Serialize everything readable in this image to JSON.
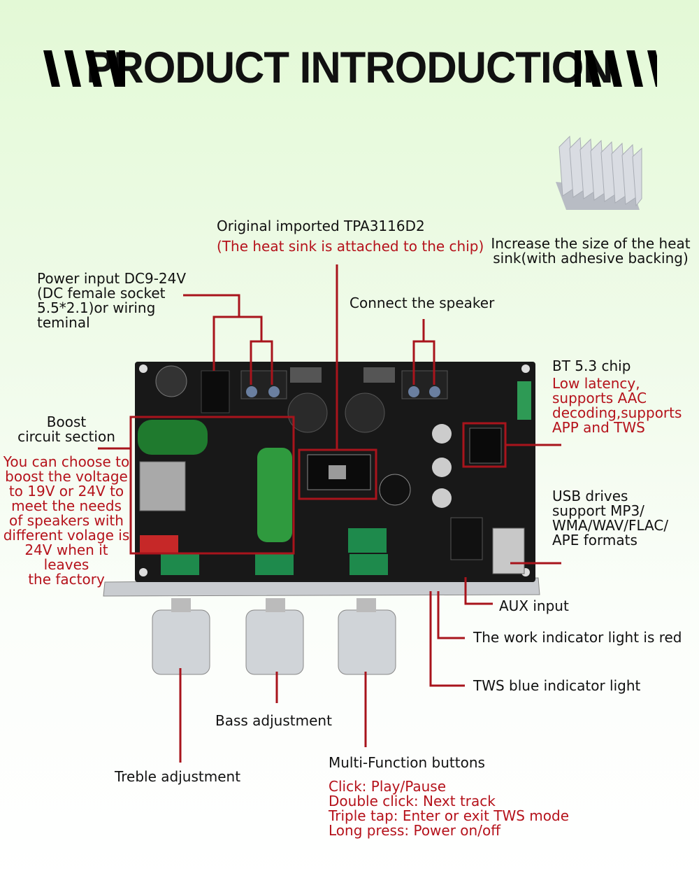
{
  "title": "PRODUCT INTRODUCTION",
  "colors": {
    "accent_red": "#b5121b",
    "board": "#1a1a1a",
    "background_top": "#e3f9d6"
  },
  "labels": {
    "chip_title": "Original imported TPA3116D2",
    "chip_note": "(The heat sink is attached to the chip)",
    "heatsink": "Increase the size of the heat\nsink(with adhesive backing)",
    "power": "Power input DC9-24V\n(DC female socket\n5.5*2.1)or wiring\nteminal",
    "speaker": "Connect the speaker",
    "bt_title": "BT 5.3 chip",
    "bt_note": "Low latency,\nsupports AAC\ndecoding,supports\nAPP and TWS",
    "boost_title": "Boost\ncircuit section",
    "boost_note": "You can choose to\nboost the voltage\nto 19V or 24V to\nmeet the needs\nof speakers with\ndifferent volage is\n24V when it leaves\nthe factory",
    "usb": "USB drives\nsupport MP3/\nWMA/WAV/FLAC/\nAPE formats",
    "aux": "AUX  input",
    "work_light": "The work indicator light is red",
    "tws_light": "TWS  blue indicator light",
    "bass": "Bass adjustment",
    "treble": "Treble adjustment",
    "multi_title": "Multi-Function buttons",
    "multi_note": "Click:  Play/Pause\nDouble click:  Next track\nTriple tap:  Enter or exit TWS mode\nLong press:  Power on/off"
  }
}
